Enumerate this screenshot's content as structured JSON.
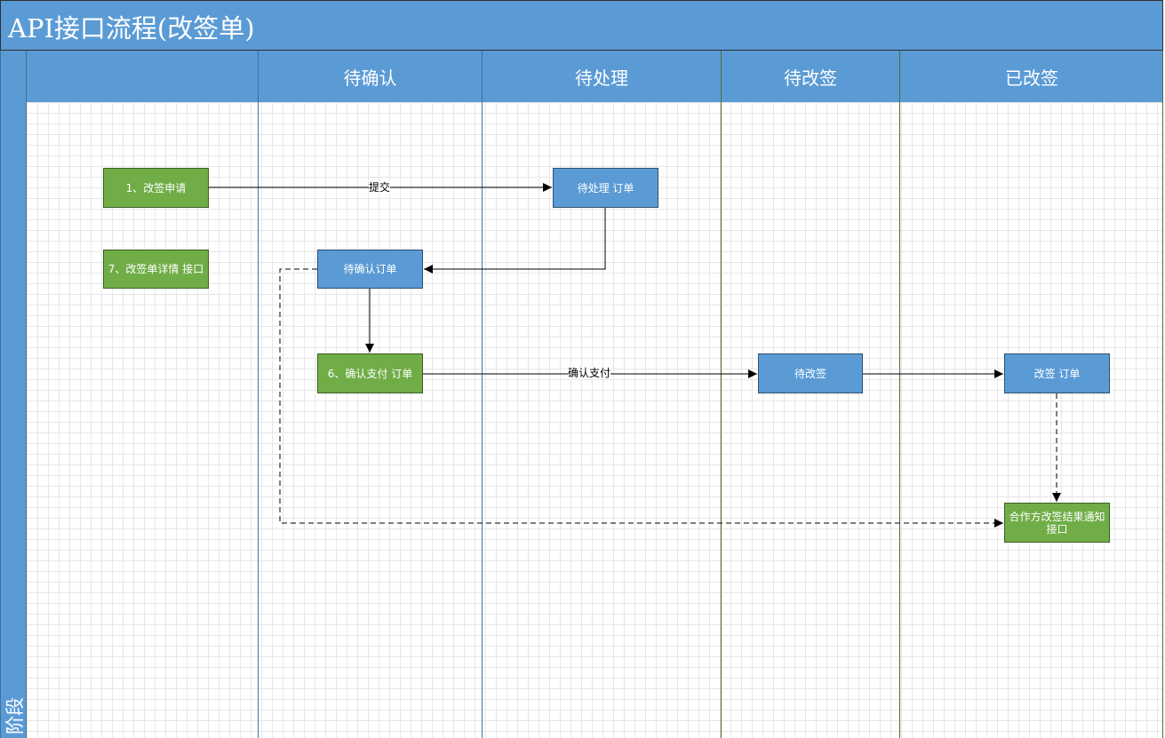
{
  "title": "API接口流程(改签单)",
  "side_label": "阶段",
  "lanes": [
    "",
    "待确认",
    "待处理",
    "待改签",
    "已改签"
  ],
  "nodes": {
    "apply": "1、改签申请",
    "detail": "7、改签单详情 接口",
    "pending_process": "待处理 订单",
    "pending_confirm": "待确认订单",
    "confirm_pay": "6、确认支付 订单",
    "pending_change": "待改签",
    "changed": "改签 订单",
    "notify": "合作方改签结果通知接口"
  },
  "edges": {
    "submit": "提交",
    "confirm_pay": "确认支付"
  },
  "colors": {
    "header": "#5b9bd5",
    "green_node": "#70ad47",
    "blue_node": "#5b9bd5"
  }
}
